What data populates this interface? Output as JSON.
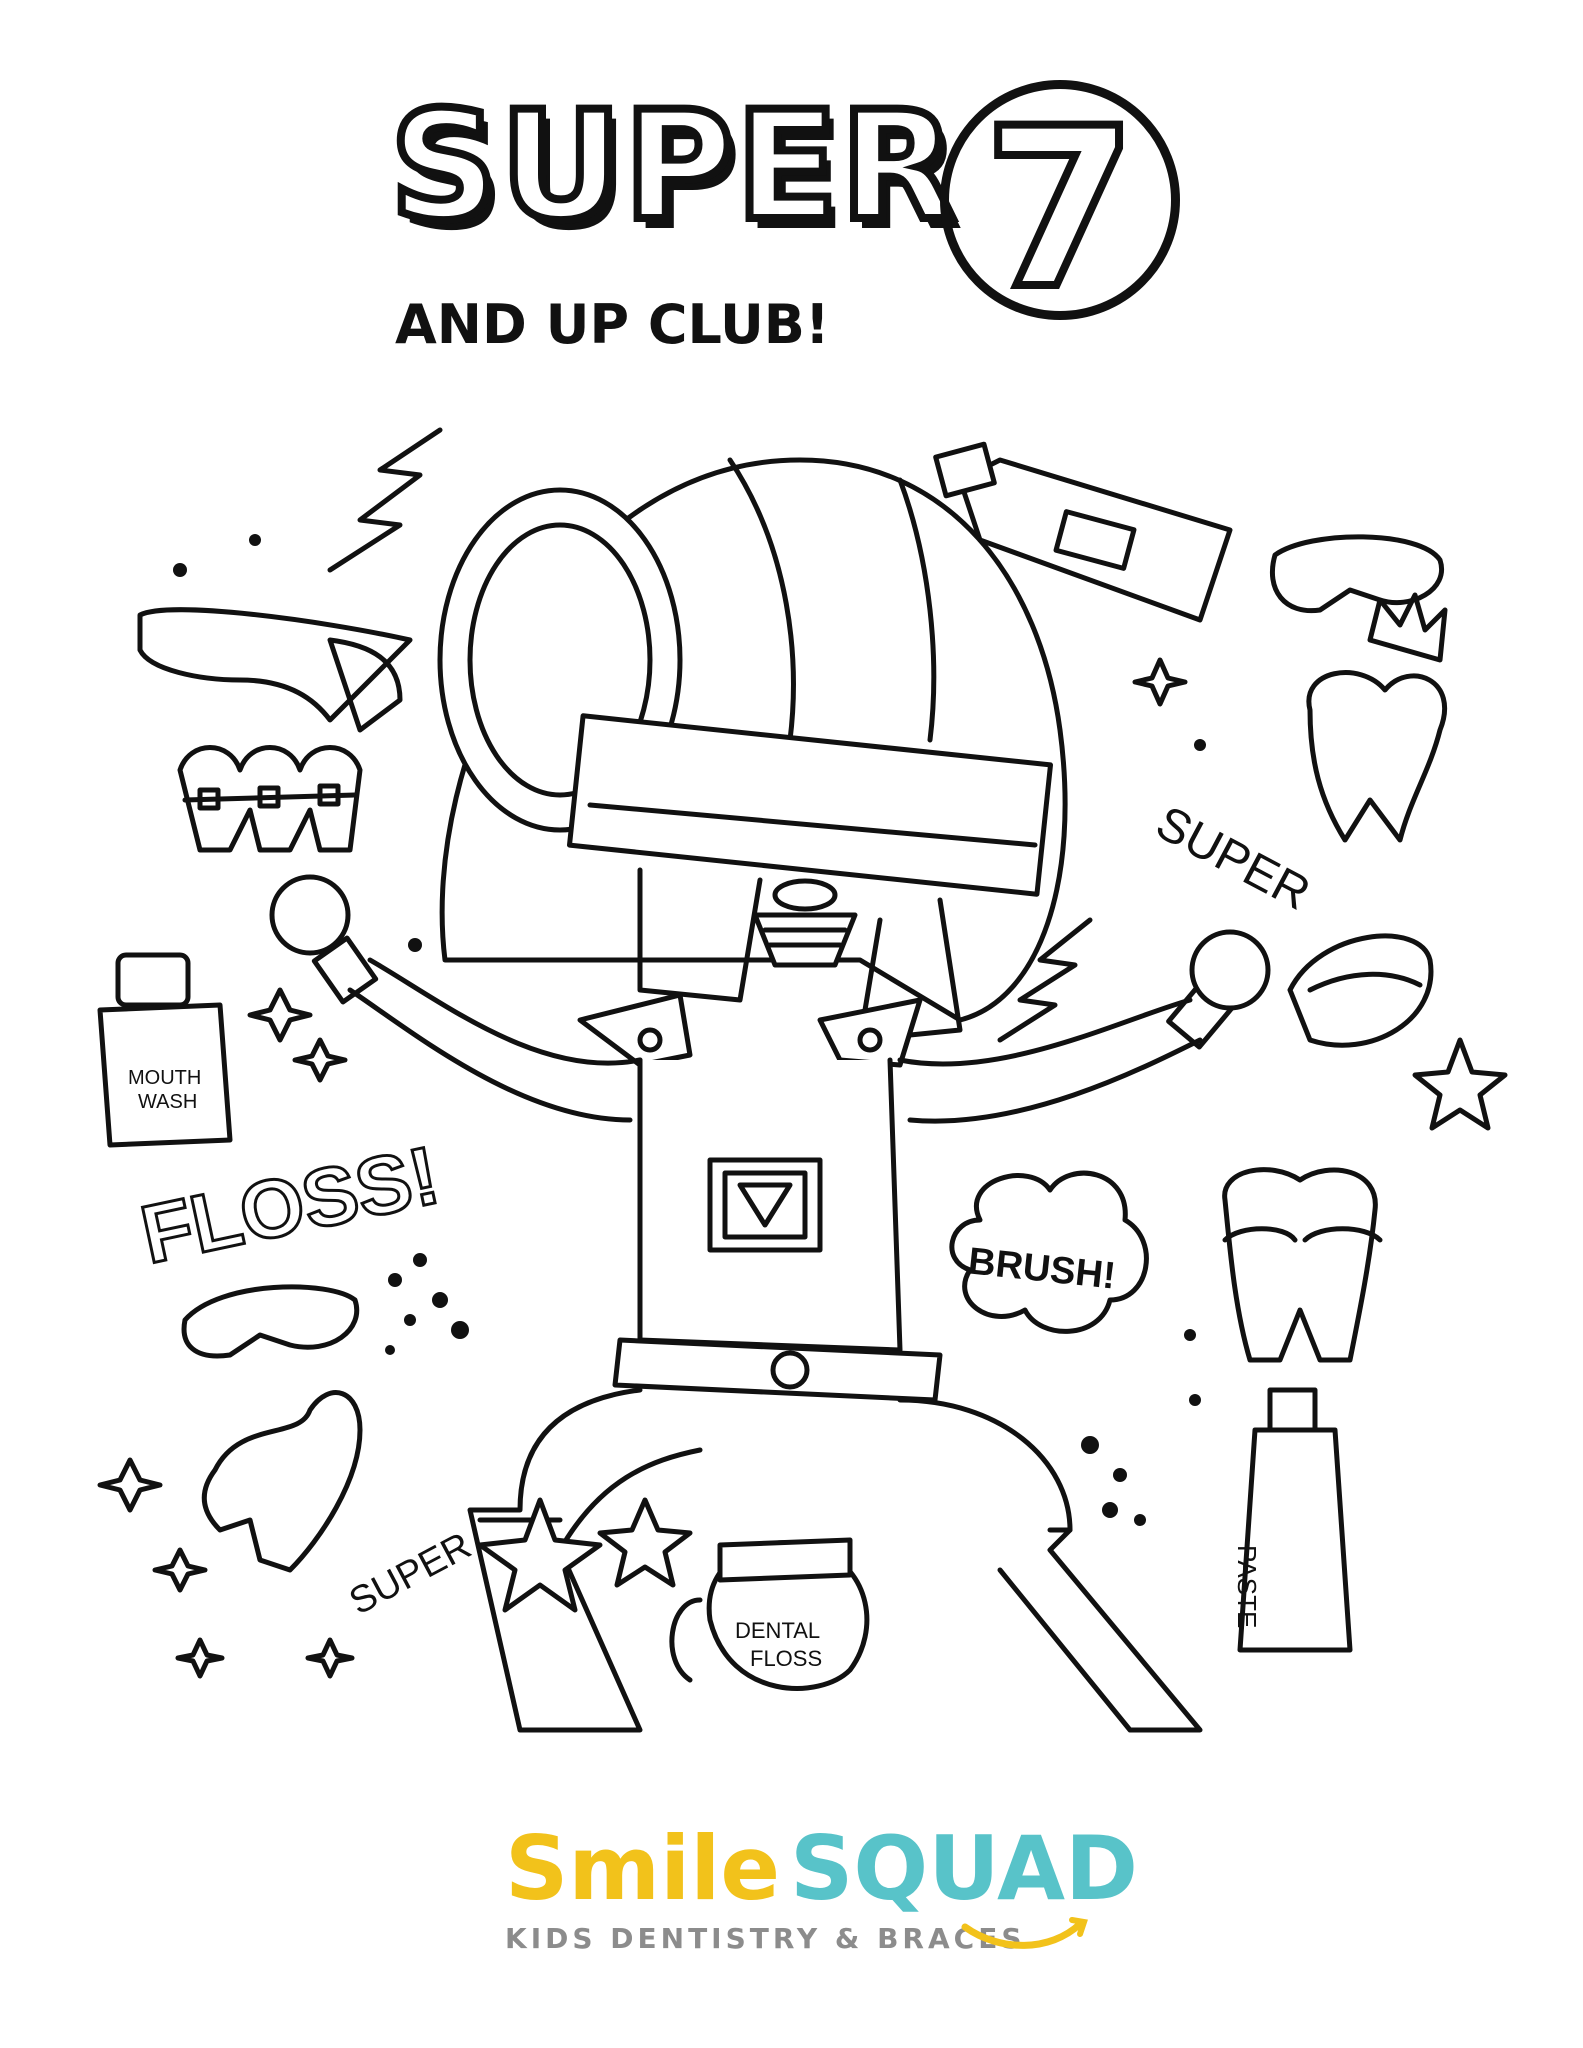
{
  "title": {
    "main": "SUPER",
    "number": "7",
    "subtitle": "AND UP CLUB!"
  },
  "doodles": {
    "floss": "FLOSS!",
    "brush": "BRUSH!",
    "super_right": "SUPER",
    "super_bottom": "SUPER",
    "mouthwash_line1": "MOUTH",
    "mouthwash_line2": "WASH",
    "dental_floss_line1": "DENTAL",
    "dental_floss_line2": "FLOSS",
    "paste": "PASTE"
  },
  "logo": {
    "word1": "Smile",
    "word2": "SQUAD",
    "tagline": "KIDS DENTISTRY & BRACES",
    "colors": {
      "smile": "#f2c21b",
      "squad": "#58c3c9",
      "tagline": "#8c8c8c"
    }
  }
}
